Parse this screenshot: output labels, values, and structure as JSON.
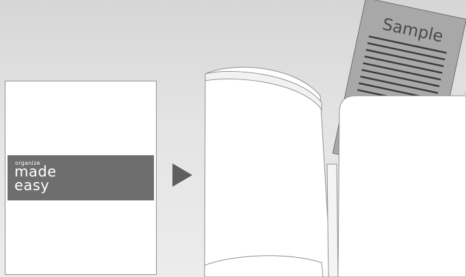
{
  "cover": {
    "label_small": "organize",
    "label_line1": "made",
    "label_line2": "easy"
  },
  "insert_sheet": {
    "label": "Sample"
  },
  "colors": {
    "background_top": "#d6d6d6",
    "background_bottom": "#ececec",
    "cover_band": "#6e6e6e",
    "arrow": "#5f5f5f",
    "sheet": "#a8a8a8",
    "sheet_lines": "#3a3a3a",
    "outline": "#8f8f8f"
  },
  "icons": [
    "play-arrow-icon"
  ]
}
